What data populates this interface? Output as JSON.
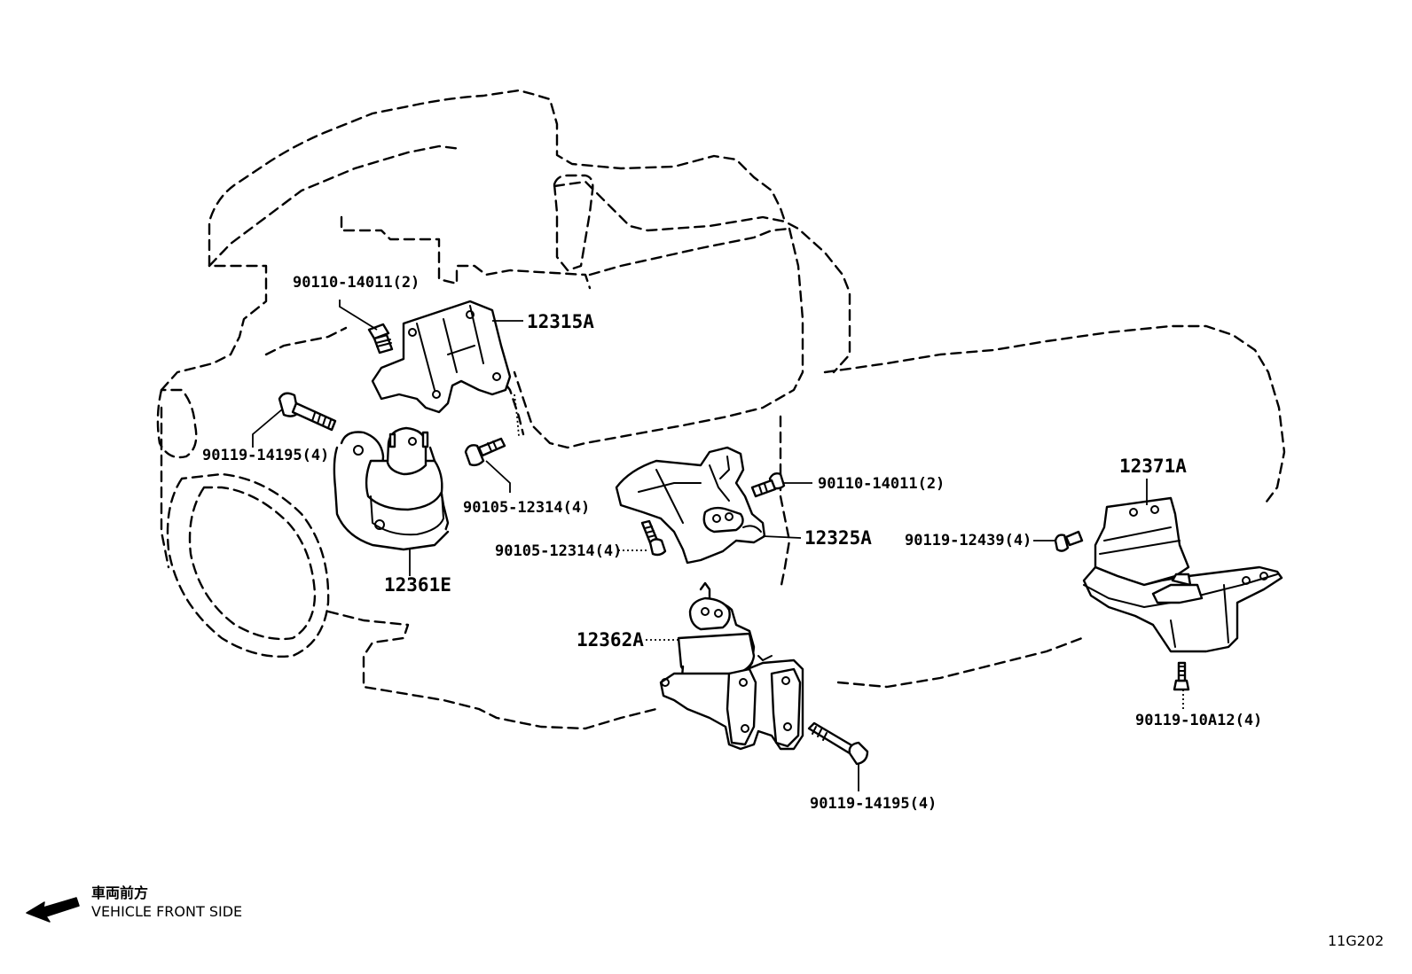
{
  "diagram_id": "11G202",
  "legend": {
    "jp": "車両前方",
    "en": "VEHICLE FRONT SIDE"
  },
  "parts": {
    "bolt_upper_bracket": "90110-14011(2)",
    "bracket_12315": "12315A",
    "bolt_long_left": "90119-14195(4)",
    "bolt_mount_left": "90105-12314(4)",
    "mount_left": "12361E",
    "bolt_right_bracket": "90110-14011(2)",
    "bolt_center_bracket": "90105-12314(4)",
    "bracket_12325": "12325A",
    "mount_right": "12362A",
    "bolt_long_right": "90119-14195(4)",
    "rear_mount": "12371A",
    "bolt_rear_mount": "90119-12439(4)",
    "bolt_rear_bottom": "90119-10A12(4)"
  }
}
